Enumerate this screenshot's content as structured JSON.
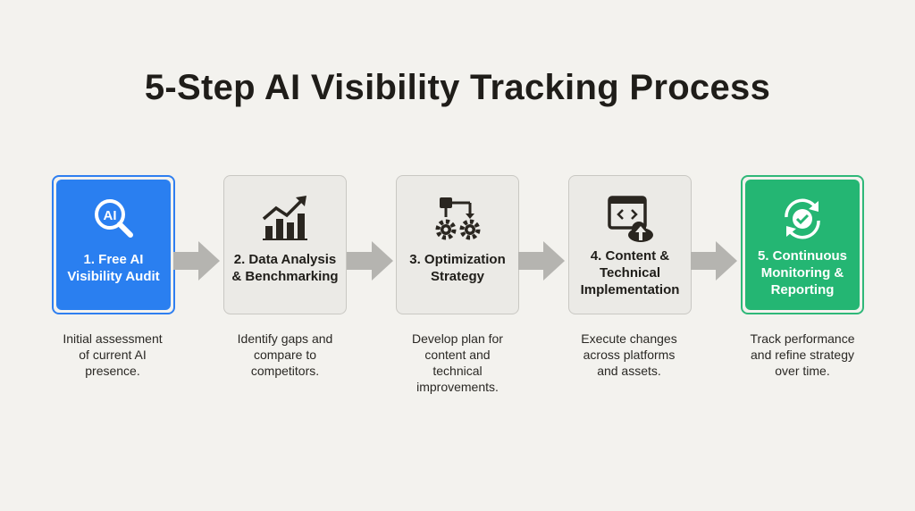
{
  "title": "5-Step AI Visibility Tracking Process",
  "colors": {
    "step1": "#2a7ff0",
    "step5": "#24b673",
    "arrow": "#b5b4b0",
    "background": "#f3f2ee"
  },
  "steps": [
    {
      "icon": "ai-search-icon",
      "icon_text": "AI",
      "label_lines": [
        "1. Free AI",
        "Visibility Audit"
      ],
      "desc_lines": [
        "Initial assessment",
        "of current AI",
        "presence."
      ]
    },
    {
      "icon": "bar-chart-trend-icon",
      "label_lines": [
        "2. Data Analysis",
        "& Benchmarking"
      ],
      "desc_lines": [
        "Identify gaps and",
        "compare to",
        "competitors."
      ]
    },
    {
      "icon": "flow-gears-icon",
      "label_lines": [
        "3. Optimization",
        "Strategy"
      ],
      "desc_lines": [
        "Develop plan for",
        "content and",
        "technical",
        "improvements."
      ]
    },
    {
      "icon": "code-cloud-upload-icon",
      "label_lines": [
        "4. Content &",
        "Technical",
        "Implementation"
      ],
      "desc_lines": [
        "Execute changes",
        "across platforms",
        "and assets."
      ]
    },
    {
      "icon": "refresh-check-icon",
      "label_lines": [
        "5. Continuous",
        "Monitoring &",
        "Reporting"
      ],
      "desc_lines": [
        "Track performance",
        "and refine strategy",
        "over time."
      ]
    }
  ]
}
